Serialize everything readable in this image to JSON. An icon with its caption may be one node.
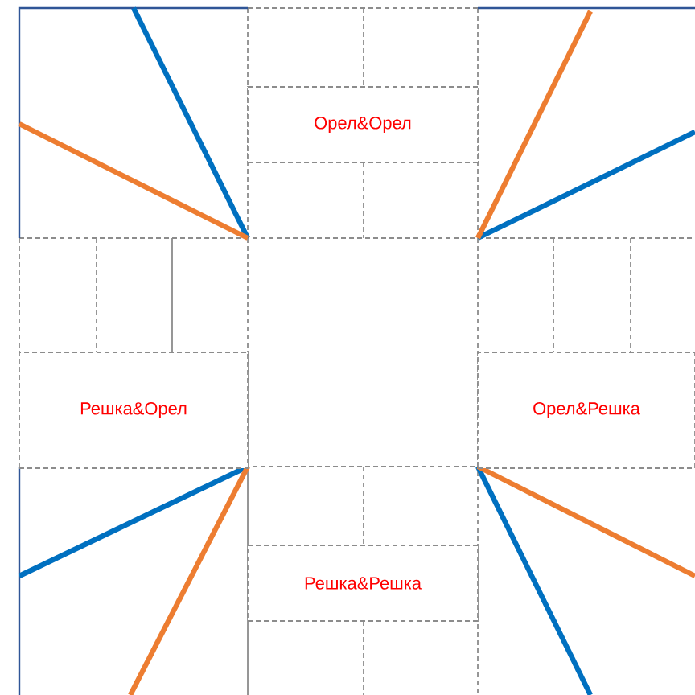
{
  "diagram": {
    "nodes": [
      {
        "text": [
          "Орел&Орел"
        ]
      },
      {
        "text": [
          "Решка&Орел"
        ]
      },
      {
        "text": [
          "Орел&Решка"
        ]
      },
      {
        "text": [
          "Решка&Решка"
        ]
      }
    ]
  }
}
